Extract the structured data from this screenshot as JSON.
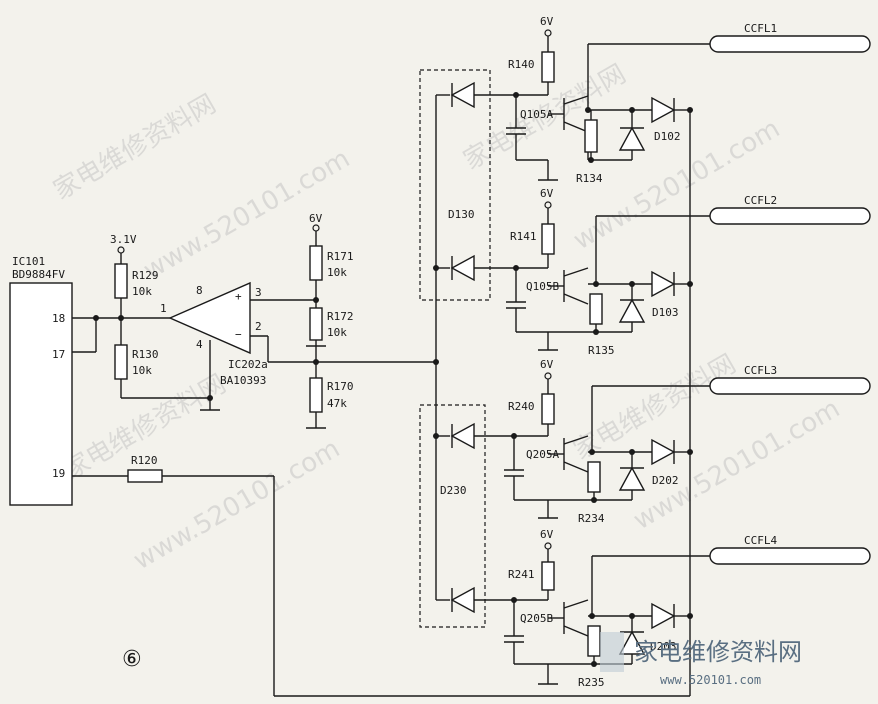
{
  "ic": {
    "ref": "IC101",
    "part": "BD9884FV",
    "pins": [
      "18",
      "17",
      "19"
    ]
  },
  "opamp": {
    "ref": "IC202a",
    "part": "BA10393",
    "pins": [
      "8",
      "3",
      "1",
      "4",
      "2"
    ]
  },
  "rails": {
    "v31": "3.1V",
    "v6": "6V"
  },
  "resistors": [
    {
      "ref": "R129",
      "value": "10k"
    },
    {
      "ref": "R130",
      "value": "10k"
    },
    {
      "ref": "R171",
      "value": "10k"
    },
    {
      "ref": "R172",
      "value": "10k"
    },
    {
      "ref": "R170",
      "value": "47k"
    },
    {
      "ref": "R120",
      "value": ""
    },
    {
      "ref": "R140",
      "value": ""
    },
    {
      "ref": "R141",
      "value": ""
    },
    {
      "ref": "R240",
      "value": ""
    },
    {
      "ref": "R241",
      "value": ""
    },
    {
      "ref": "R134",
      "value": ""
    },
    {
      "ref": "R135",
      "value": ""
    },
    {
      "ref": "R234",
      "value": ""
    },
    {
      "ref": "R235",
      "value": ""
    }
  ],
  "diode_arrays": [
    "D130",
    "D230"
  ],
  "transistors": [
    "Q105A",
    "Q105B",
    "Q205A",
    "Q205B"
  ],
  "diodes": [
    "D102",
    "D103",
    "D202",
    "D203"
  ],
  "lamps": [
    "CCFL1",
    "CCFL2",
    "CCFL3",
    "CCFL4"
  ],
  "figure_number": "⑥",
  "watermark": {
    "text1": "家电维修资料网",
    "text2": "www.520101.com"
  }
}
